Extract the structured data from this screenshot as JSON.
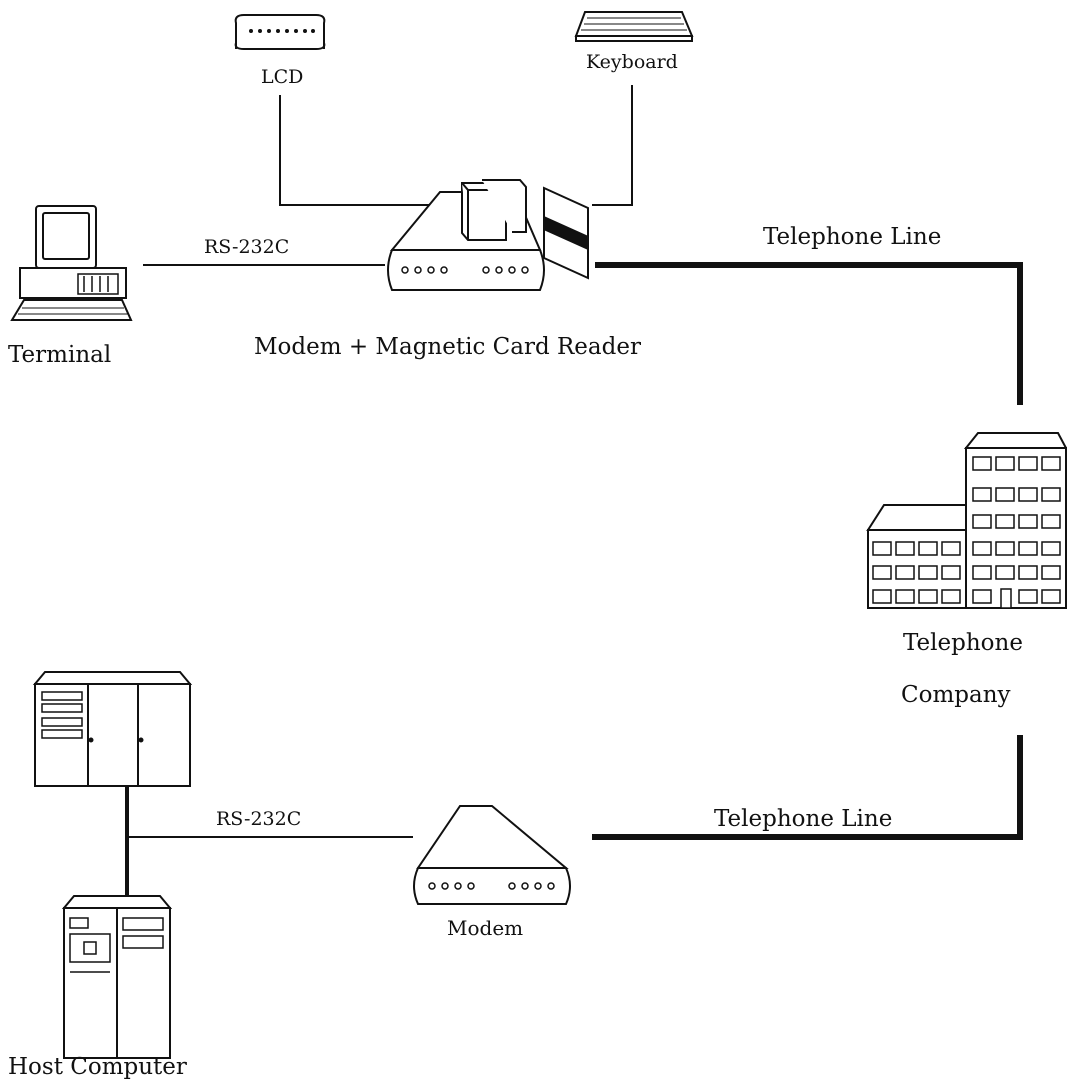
{
  "labels": {
    "lcd": "LCD",
    "keyboard": "Keyboard",
    "terminal": "Terminal",
    "rs232c_top": "RS-232C",
    "modem_card_reader": "Modem + Magnetic Card Reader",
    "telephone_line_top": "Telephone Line",
    "telephone_company_line1": "Telephone",
    "telephone_company_line2": "Company",
    "rs232c_bottom": "RS-232C",
    "telephone_line_bottom": "Telephone Line",
    "modem": "Modem",
    "host_computer": "Host Computer"
  },
  "colors": {
    "line": "#111111",
    "device_fill": "#ffffff",
    "device_stroke": "#111111"
  }
}
